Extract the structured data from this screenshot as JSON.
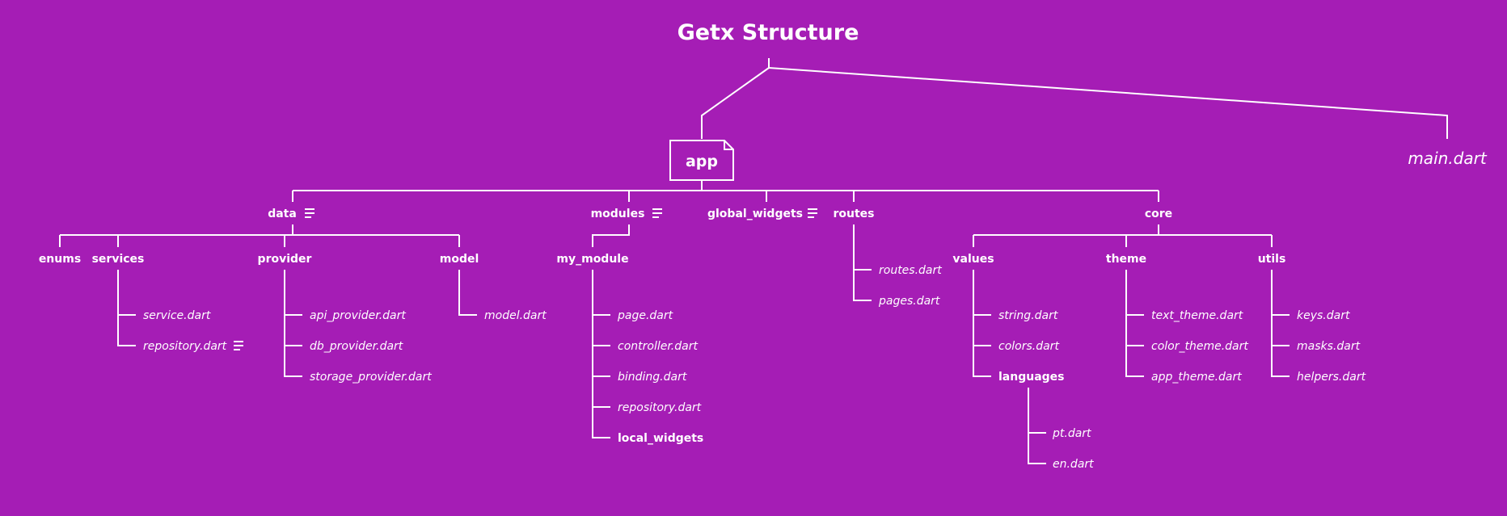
{
  "title": "Getx Structure",
  "colors": {
    "background": "#a51db5",
    "foreground": "#ffffff"
  },
  "nodes": {
    "app": "app",
    "main": "main.dart",
    "data": "data",
    "modules": "modules",
    "global_widgets": "global_widgets",
    "routes": "routes",
    "core": "core",
    "enums": "enums",
    "services": "services",
    "provider": "provider",
    "model": "model",
    "my_module": "my_module",
    "values": "values",
    "theme": "theme",
    "utils": "utils",
    "service_dart": "service.dart",
    "repository_dart_services": "repository.dart",
    "api_provider": "api_provider.dart",
    "db_provider": "db_provider.dart",
    "storage_provider": "storage_provider.dart",
    "model_dart": "model.dart",
    "page_dart": "page.dart",
    "controller_dart": "controller.dart",
    "binding_dart": "binding.dart",
    "repository_dart_module": "repository.dart",
    "local_widgets": "local_widgets",
    "routes_dart": "routes.dart",
    "pages_dart": "pages.dart",
    "string_dart": "string.dart",
    "colors_dart": "colors.dart",
    "languages": "languages",
    "pt_dart": "pt.dart",
    "en_dart": "en.dart",
    "text_theme": "text_theme.dart",
    "color_theme": "color_theme.dart",
    "app_theme": "app_theme.dart",
    "keys_dart": "keys.dart",
    "masks_dart": "masks.dart",
    "helpers_dart": "helpers.dart"
  },
  "icons": [
    "menu-lines-icon"
  ]
}
